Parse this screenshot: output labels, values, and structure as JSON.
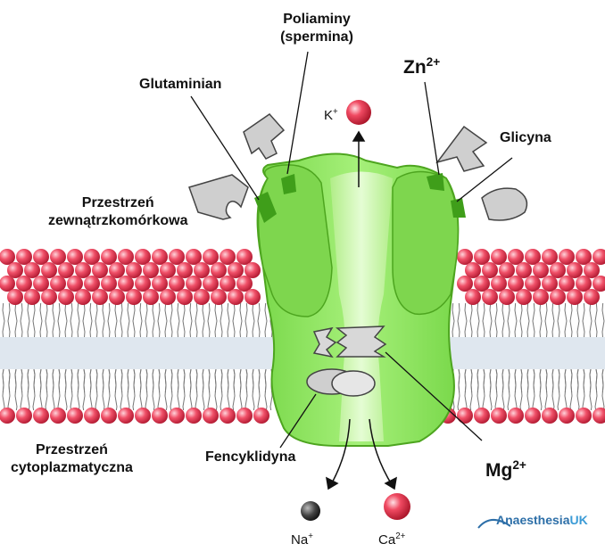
{
  "labels": {
    "poliaminy_line1": "Poliaminy",
    "poliaminy_line2": "(spermina)",
    "glutaminian": "Glutaminian",
    "zn_base": "Zn",
    "zn_sup": "2+",
    "glicyna": "Glicyna",
    "k_base": "K",
    "k_sup": "+",
    "extra_line1": "Przestrzeń",
    "extra_line2": "zewnątrzkomórkowa",
    "cyto_line1": "Przestrzeń",
    "cyto_line2": "cytoplazmatyczna",
    "fencyklidyna": "Fencyklidyna",
    "mg_base": "Mg",
    "mg_sup": "2+",
    "na_base": "Na",
    "na_sup": "+",
    "ca_base": "Ca",
    "ca_sup": "2+"
  },
  "logo": {
    "main": "Anaesthesia",
    "suffix": "UK"
  },
  "colors": {
    "channel": "#8ee65f",
    "channel_dark": "#5fbf2e",
    "pore": "#c9f4a8",
    "lipid_head": "#e83a52",
    "membrane_band": "#dde6ee",
    "ligand": "#c8c8c8",
    "k_ion": "#e8405a",
    "ca_ion": "#e8405a",
    "na_ion": "#444444"
  }
}
